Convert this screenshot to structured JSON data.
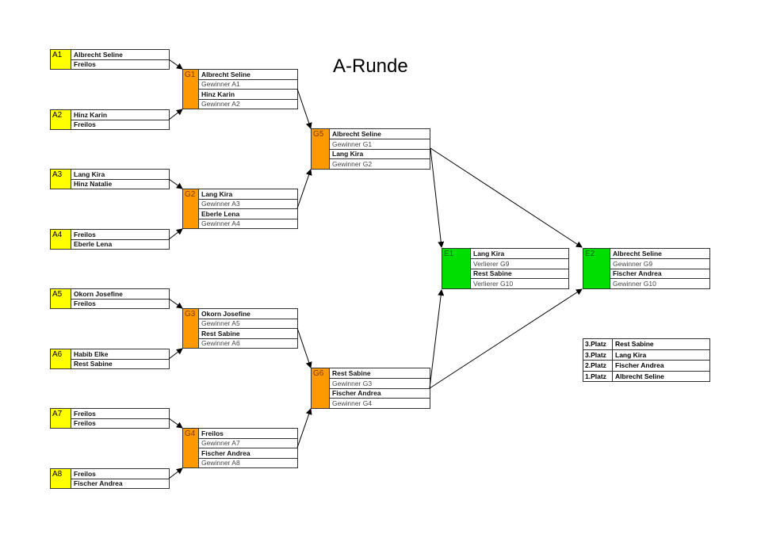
{
  "title": "A-Runde",
  "round1": [
    {
      "id": "A1",
      "p1": "Albrecht Seline",
      "p2": "Freilos"
    },
    {
      "id": "A2",
      "p1": "Hinz Karin",
      "p2": "Freilos"
    },
    {
      "id": "A3",
      "p1": "Lang Kira",
      "p2": "Hinz Natalie"
    },
    {
      "id": "A4",
      "p1": "Freilos",
      "p2": "Eberle Lena"
    },
    {
      "id": "A5",
      "p1": "Okorn Josefine",
      "p2": "Freilos"
    },
    {
      "id": "A6",
      "p1": "Habib Elke",
      "p2": "Rest Sabine"
    },
    {
      "id": "A7",
      "p1": "Freilos",
      "p2": "Freilos"
    },
    {
      "id": "A8",
      "p1": "Freilos",
      "p2": "Fischer Andrea"
    }
  ],
  "round2": [
    {
      "id": "G1",
      "p1": "Albrecht Seline",
      "s1": "Gewinner A1",
      "p2": "Hinz Karin",
      "s2": "Gewinner A2"
    },
    {
      "id": "G2",
      "p1": "Lang Kira",
      "s1": "Gewinner A3",
      "p2": "Eberle Lena",
      "s2": "Gewinner A4"
    },
    {
      "id": "G3",
      "p1": "Okorn Josefine",
      "s1": "Gewinner A5",
      "p2": "Rest Sabine",
      "s2": "Gewinner A6"
    },
    {
      "id": "G4",
      "p1": "Freilos",
      "s1": "Gewinner A7",
      "p2": "Fischer Andrea",
      "s2": "Gewinner A8"
    }
  ],
  "semis": [
    {
      "id": "G5",
      "p1": "Albrecht Seline",
      "s1": "Gewinner G1",
      "p2": "Lang Kira",
      "s2": "Gewinner G2"
    },
    {
      "id": "G6",
      "p1": "Rest Sabine",
      "s1": "Gewinner G3",
      "p2": "Fischer Andrea",
      "s2": "Gewinner G4"
    }
  ],
  "finals": [
    {
      "id": "E1",
      "p1": "Lang Kira",
      "s1": "Verlierer G9",
      "p2": "Rest Sabine",
      "s2": "Verlierer G10"
    },
    {
      "id": "E2",
      "p1": "Albrecht Seline",
      "s1": "Gewinner G9",
      "p2": "Fischer Andrea",
      "s2": "Gewinner G10"
    }
  ],
  "ranking": [
    {
      "place": "3.Platz",
      "name": "Rest Sabine"
    },
    {
      "place": "3.Platz",
      "name": "Lang Kira"
    },
    {
      "place": "2.Platz",
      "name": "Fischer Andrea"
    },
    {
      "place": "1.Platz",
      "name": "Albrecht Seline"
    }
  ],
  "colors": {
    "round1": "#ffff00",
    "match": "#ff9900",
    "final": "#00dd00"
  }
}
